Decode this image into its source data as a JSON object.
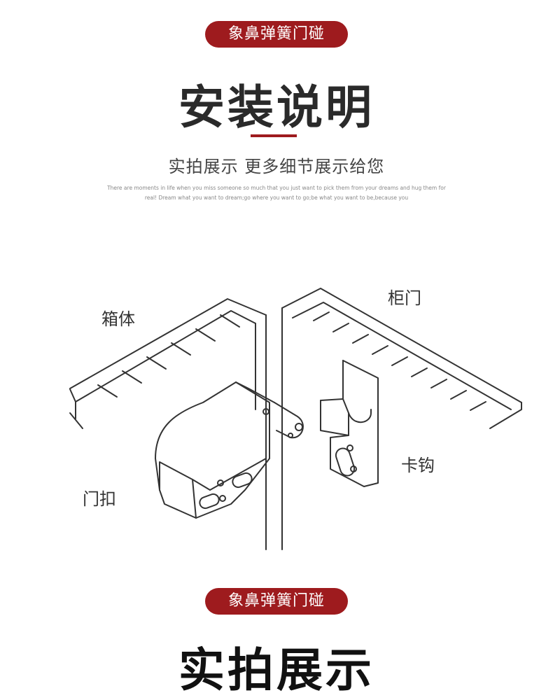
{
  "header": {
    "badge": "象鼻弹簧门碰",
    "title": "安装说明",
    "subtitle": "实拍展示 更多细节展示给您",
    "english_line1": "There are moments in life when you miss someone so much that you just want to pick them from your dreams and hug them for",
    "english_line2": "real! Dream what you want to dream;go where you want to go;be what you want to be,because you"
  },
  "diagram": {
    "label_cabinet_body": "箱体",
    "label_cabinet_door": "柜门",
    "label_door_latch": "门扣",
    "label_hook": "卡钩"
  },
  "footer": {
    "badge": "象鼻弹簧门碰",
    "title": "实拍展示"
  },
  "colors": {
    "accent": "#9e1b1e"
  }
}
